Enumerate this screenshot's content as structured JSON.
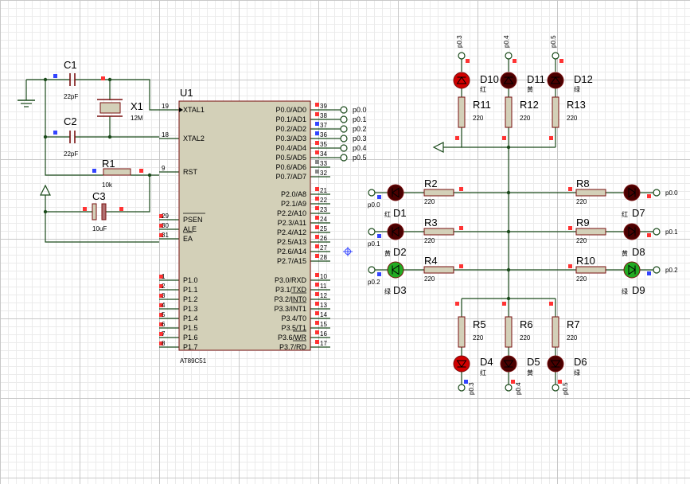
{
  "colors": {
    "wire": "#1a4a1a",
    "body": "#d3d0b8",
    "outline": "#7a1010",
    "led_red_on": "#d00000",
    "led_off": "#4a0000",
    "led_green": "#22aa22",
    "marker_red": "#ff3333",
    "marker_blue": "#3344ff"
  },
  "mcu": {
    "ref": "U1",
    "part": "AT89C51",
    "left_pins": [
      {
        "num": "19",
        "name": "XTAL1"
      },
      {
        "num": "18",
        "name": "XTAL2"
      },
      {
        "num": "9",
        "name": "RST"
      },
      {
        "num": "29",
        "name": "PSEN"
      },
      {
        "num": "30",
        "name": "ALE"
      },
      {
        "num": "31",
        "name": "EA"
      },
      {
        "num": "1",
        "name": "P1.0"
      },
      {
        "num": "2",
        "name": "P1.1"
      },
      {
        "num": "3",
        "name": "P1.2"
      },
      {
        "num": "4",
        "name": "P1.3"
      },
      {
        "num": "5",
        "name": "P1.4"
      },
      {
        "num": "6",
        "name": "P1.5"
      },
      {
        "num": "7",
        "name": "P1.6"
      },
      {
        "num": "8",
        "name": "P1.7"
      }
    ],
    "right_pins": [
      {
        "num": "39",
        "name": "P0.0/AD0"
      },
      {
        "num": "38",
        "name": "P0.1/AD1"
      },
      {
        "num": "37",
        "name": "P0.2/AD2"
      },
      {
        "num": "36",
        "name": "P0.3/AD3"
      },
      {
        "num": "35",
        "name": "P0.4/AD4"
      },
      {
        "num": "34",
        "name": "P0.5/AD5"
      },
      {
        "num": "33",
        "name": "P0.6/AD6"
      },
      {
        "num": "32",
        "name": "P0.7/AD7"
      },
      {
        "num": "21",
        "name": "P2.0/A8"
      },
      {
        "num": "22",
        "name": "P2.1/A9"
      },
      {
        "num": "23",
        "name": "P2.2/A10"
      },
      {
        "num": "24",
        "name": "P2.3/A11"
      },
      {
        "num": "25",
        "name": "P2.4/A12"
      },
      {
        "num": "26",
        "name": "P2.5/A13"
      },
      {
        "num": "27",
        "name": "P2.6/A14"
      },
      {
        "num": "28",
        "name": "P2.7/A15"
      },
      {
        "num": "10",
        "name": "P3.0/RXD"
      },
      {
        "num": "11",
        "name": "P3.1/TXD"
      },
      {
        "num": "12",
        "name": "P3.2/INT0"
      },
      {
        "num": "13",
        "name": "P3.3/INT1"
      },
      {
        "num": "14",
        "name": "P3.4/T0"
      },
      {
        "num": "15",
        "name": "P3.5/T1"
      },
      {
        "num": "16",
        "name": "P3.6/WR"
      },
      {
        "num": "17",
        "name": "P3.7/RD"
      }
    ],
    "port_labels": [
      "p0.0",
      "p0.1",
      "p0.2",
      "p0.3",
      "p0.4",
      "p0.5"
    ]
  },
  "components": {
    "c1": {
      "ref": "C1",
      "value": "22pF"
    },
    "c2": {
      "ref": "C2",
      "value": "22pF"
    },
    "c3": {
      "ref": "C3",
      "value": "10uF"
    },
    "x1": {
      "ref": "X1",
      "value": "12M"
    },
    "r1": {
      "ref": "R1",
      "value": "10k"
    }
  },
  "resistors": [
    {
      "ref": "R2",
      "value": "220"
    },
    {
      "ref": "R3",
      "value": "220"
    },
    {
      "ref": "R4",
      "value": "220"
    },
    {
      "ref": "R5",
      "value": "220"
    },
    {
      "ref": "R6",
      "value": "220"
    },
    {
      "ref": "R7",
      "value": "220"
    },
    {
      "ref": "R8",
      "value": "220"
    },
    {
      "ref": "R9",
      "value": "220"
    },
    {
      "ref": "R10",
      "value": "220"
    },
    {
      "ref": "R11",
      "value": "220"
    },
    {
      "ref": "R12",
      "value": "220"
    },
    {
      "ref": "R13",
      "value": "220"
    }
  ],
  "leds": [
    {
      "ref": "D1",
      "color_label": "红",
      "net": "p0.0"
    },
    {
      "ref": "D2",
      "color_label": "黄",
      "net": "p0.1"
    },
    {
      "ref": "D3",
      "color_label": "绿",
      "net": "p0.2"
    },
    {
      "ref": "D4",
      "color_label": "红",
      "net": "p0.3"
    },
    {
      "ref": "D5",
      "color_label": "黄",
      "net": "p0.4"
    },
    {
      "ref": "D6",
      "color_label": "绿",
      "net": "p0.5"
    },
    {
      "ref": "D7",
      "color_label": "红",
      "net": "p0.0"
    },
    {
      "ref": "D8",
      "color_label": "黄",
      "net": "p0.1"
    },
    {
      "ref": "D9",
      "color_label": "绿",
      "net": "p0.2"
    },
    {
      "ref": "D10",
      "color_label": "红",
      "net": "p0.3"
    },
    {
      "ref": "D11",
      "color_label": "黄",
      "net": "p0.4"
    },
    {
      "ref": "D12",
      "color_label": "绿",
      "net": "p0.5"
    }
  ]
}
